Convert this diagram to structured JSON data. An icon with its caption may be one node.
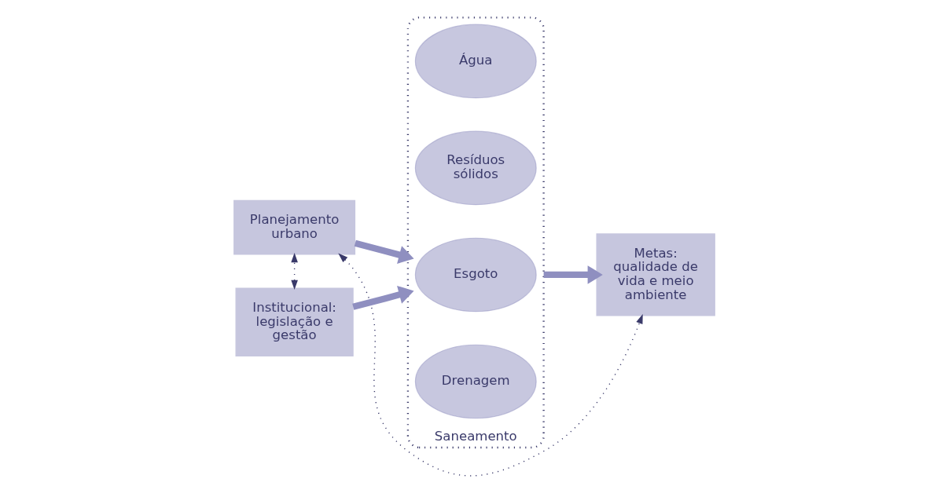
{
  "diagram": {
    "nodes": [
      {
        "text": [
          "Planejamento urbano"
        ]
      },
      {
        "text": [
          "Institucional: legislação e gestão"
        ]
      },
      {
        "text": [
          "Saneamento"
        ]
      },
      {
        "text": [
          "Água"
        ],
        "in": 2
      },
      {
        "text": [
          "Resíduos sólidos"
        ],
        "in": 2
      },
      {
        "text": [
          "Esgoto"
        ],
        "in": 2
      },
      {
        "text": [
          "Drenagem"
        ],
        "in": 2
      },
      {
        "text": [
          "Metas: qualidade de vida e meio ambiente"
        ]
      }
    ],
    "edges": [
      {
        "from": 1,
        "to": 0,
        "arrow": "both",
        "style": "dashed"
      },
      {
        "from": 0,
        "to": 7,
        "arrow": "both",
        "style": "dashed"
      },
      {
        "from": 0,
        "to": 2,
        "arrow": "to"
      },
      {
        "from": 1,
        "to": 2,
        "arrow": "to"
      },
      {
        "from": 2,
        "to": 7,
        "arrow": "to"
      }
    ]
  }
}
